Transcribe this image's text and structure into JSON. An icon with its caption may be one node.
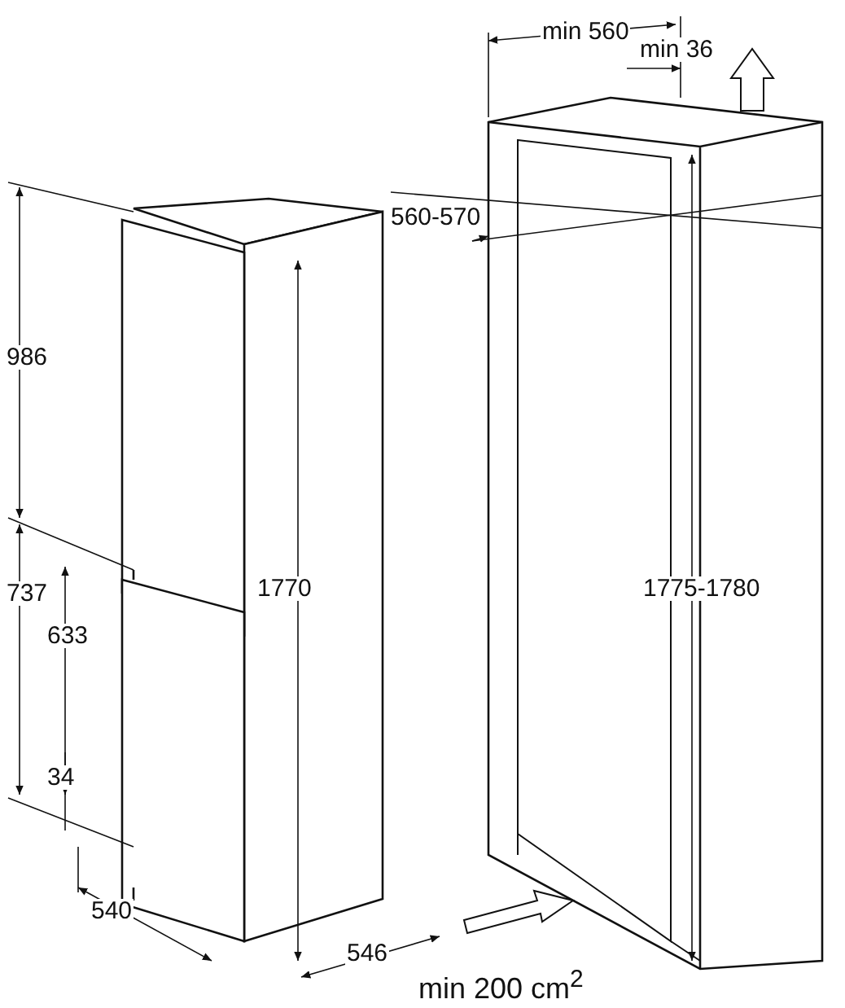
{
  "diagram": {
    "labels": [
      "min 560",
      "min 36",
      "560-570",
      "986",
      "1770",
      "1775-1780",
      "737",
      "633",
      "34",
      "540",
      "546",
      "min 200 cm$^{2}$"
    ]
  }
}
